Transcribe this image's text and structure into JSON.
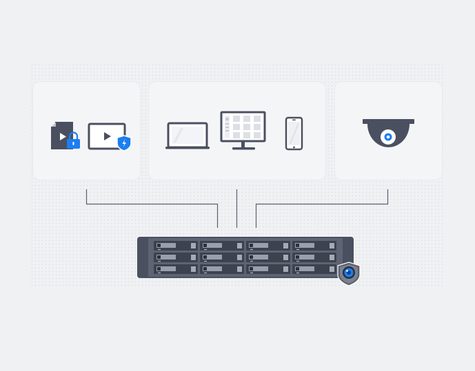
{
  "diagram": {
    "groups": [
      {
        "id": "protected-media",
        "icons": [
          "locked-video-file-icon",
          "protected-video-player-icon"
        ]
      },
      {
        "id": "client-devices",
        "icons": [
          "laptop-icon",
          "monitor-icon",
          "smartphone-icon"
        ]
      },
      {
        "id": "surveillance",
        "icons": [
          "dome-camera-icon"
        ]
      }
    ],
    "target": {
      "icon": "rackmount-nas-icon",
      "badge": "surveillance-lens-badge-icon",
      "drive_bays": 12
    },
    "colors": {
      "background": "#f0f1f3",
      "card": "#f4f5f7",
      "icon_dark": "#4a5060",
      "accent_blue": "#1c7ef0",
      "connector": "#5a5f6b"
    }
  }
}
